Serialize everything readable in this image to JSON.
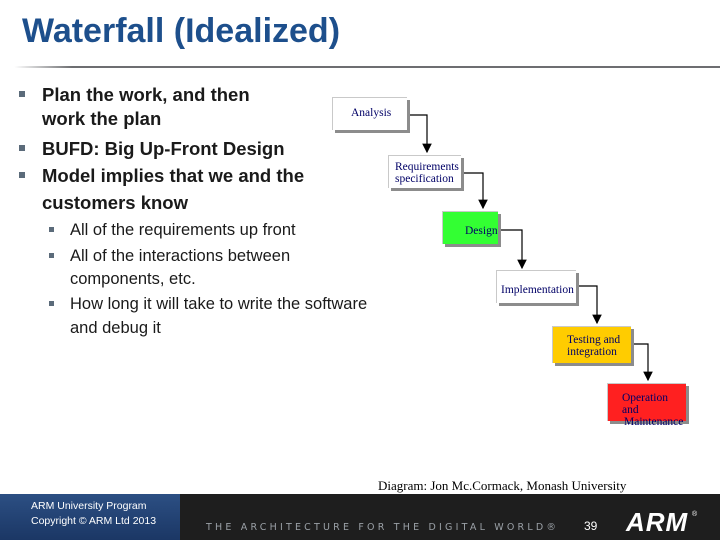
{
  "title": "Waterfall (Idealized)",
  "bullets": [
    {
      "lines": [
        "Plan the work, and then",
        "work the plan"
      ]
    },
    {
      "lines": [
        "BUFD: Big Up-Front Design"
      ]
    },
    {
      "lines": [
        "Model implies that we and the",
        "customers  know"
      ]
    }
  ],
  "sub_bullets": [
    {
      "lines": [
        "All of the requirements up front"
      ]
    },
    {
      "lines": [
        "All of the interactions between",
        "components, etc."
      ]
    },
    {
      "lines": [
        "How long it will take to write the software",
        "and debug it"
      ]
    }
  ],
  "diagram": {
    "stages": [
      {
        "lines": [
          "Analysis"
        ],
        "color": "#ffffff"
      },
      {
        "lines": [
          "Requirements",
          "specification"
        ],
        "color": "#ffffff"
      },
      {
        "lines": [
          "Design"
        ],
        "color": "#33ff33"
      },
      {
        "lines": [
          "Implementation"
        ],
        "color": "#ffffff"
      },
      {
        "lines": [
          "Testing and",
          "integration"
        ],
        "color": "#ffcc00"
      },
      {
        "lines": [
          "Operation and",
          "Maintenance"
        ],
        "color": "#ff2020"
      }
    ],
    "credit": "Diagram: Jon Mc.Cormack, Monash University"
  },
  "footer": {
    "program": "ARM University Program",
    "copyright": "Copyright © ARM Ltd 2013",
    "tagline": "THE ARCHITECTURE FOR THE DIGITAL WORLD®",
    "page": "39",
    "logo": "ARM",
    "logo_mark": "®"
  },
  "colors": {
    "title": "#1d4f8c",
    "footer_bg": "#1e1e1e",
    "footer_blue": "#2c4f83"
  }
}
